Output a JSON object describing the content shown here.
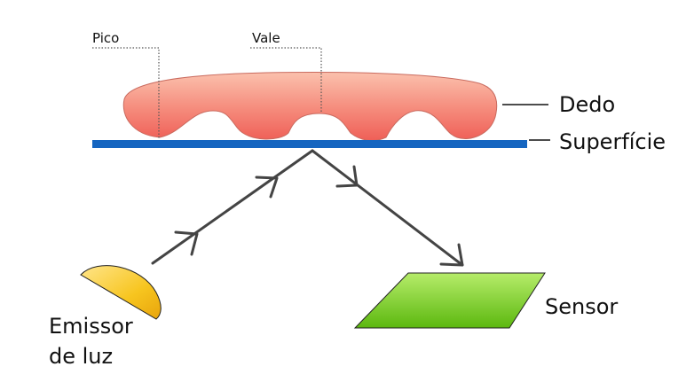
{
  "labels": {
    "pico": "Pico",
    "vale": "Vale",
    "dedo": "Dedo",
    "superficie": "Superfície",
    "sensor": "Sensor",
    "emissor_line1": "Emissor",
    "emissor_line2": "de luz"
  },
  "colors": {
    "finger_fill": "#f47a6f",
    "finger_stroke": "#c96a5e",
    "surface": "#1565c0",
    "ray": "#444444",
    "sensor_fill": "#7ccf24",
    "emitter_fill": "#f6c21c"
  }
}
